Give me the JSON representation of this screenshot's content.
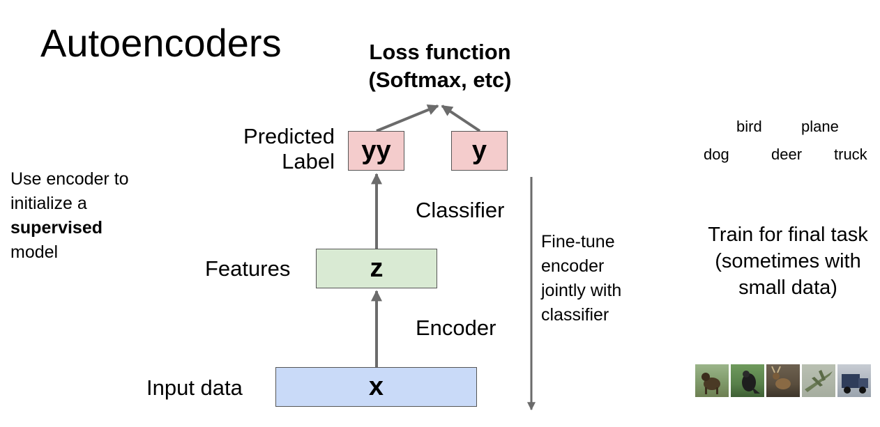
{
  "title": "Autoencoders",
  "loss": {
    "line1": "Loss function",
    "line2": "(Softmax, etc)"
  },
  "predicted": {
    "line1": "Predicted",
    "line2": "Label"
  },
  "boxes": {
    "yy": "yy",
    "y": "y",
    "z": "z",
    "x": "x"
  },
  "labels": {
    "classifier": "Classifier",
    "features": "Features",
    "encoder": "Encoder",
    "input": "Input data"
  },
  "side_note": {
    "line1": "Use encoder to",
    "line2": "initialize a",
    "bold": "supervised",
    "line4": "model"
  },
  "finetune": [
    "Fine-tune",
    "encoder",
    "jointly with",
    "classifier"
  ],
  "classes": [
    "bird",
    "plane",
    "dog",
    "deer",
    "truck"
  ],
  "train_note": [
    "Train for final task",
    "(sometimes with",
    "small data)"
  ],
  "colors": {
    "predicted_box": "#f4cccc",
    "feature_box": "#d9ead3",
    "input_box": "#c9daf8",
    "arrow": "#6b6b6b"
  }
}
